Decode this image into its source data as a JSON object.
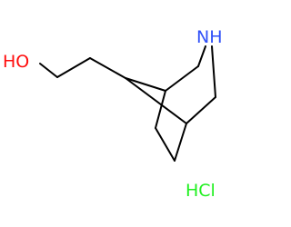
{
  "molecule": {
    "labels": {
      "hydroxyl": {
        "text": "HO",
        "color": "#ff0d0d"
      },
      "amine": {
        "text": "NH",
        "color": "#3050f8"
      },
      "salt": {
        "text": "HCl",
        "color": "#1ff01f"
      }
    },
    "bond_color": "#000000"
  }
}
